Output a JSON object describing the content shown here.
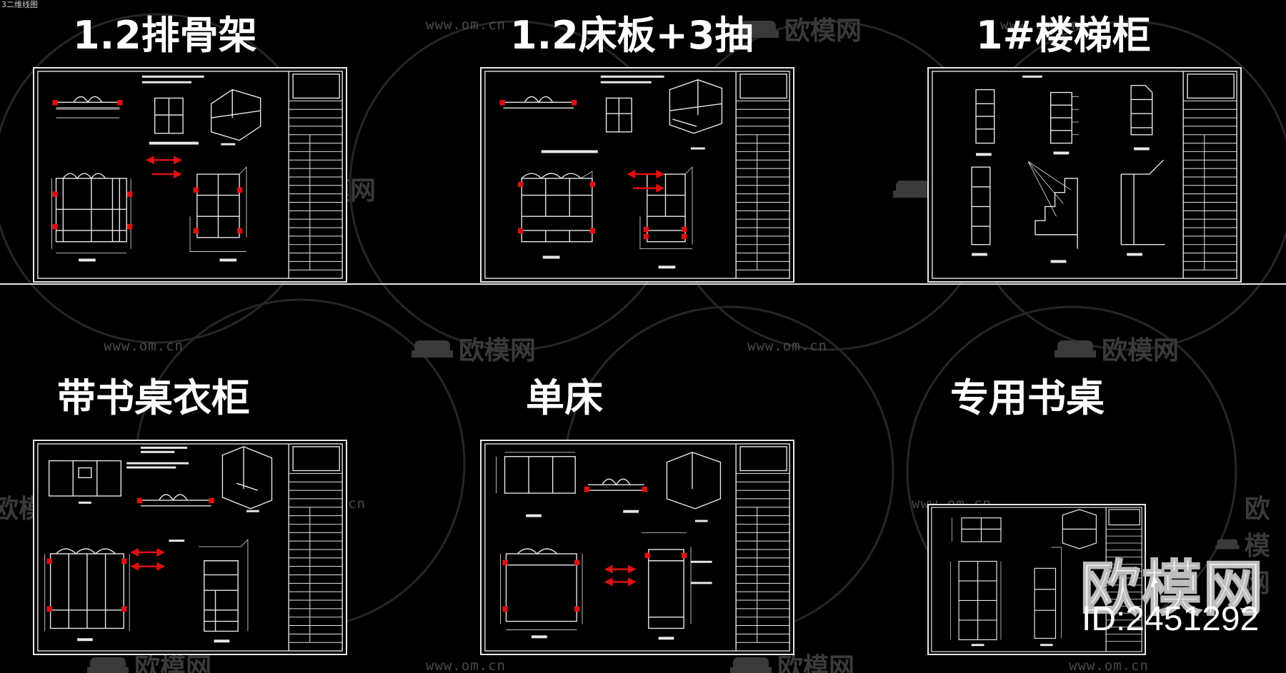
{
  "window": {
    "corner_label": "3二维线图"
  },
  "panels": [
    {
      "id": "rib-rack",
      "title": "1.2排骨架"
    },
    {
      "id": "bed-board",
      "title": "1.2床板+3抽"
    },
    {
      "id": "stair-cabinet",
      "title": "1#楼梯柜"
    },
    {
      "id": "wardrobe-desk",
      "title": "带书桌衣柜"
    },
    {
      "id": "single-bed",
      "title": "单床"
    },
    {
      "id": "study-desk",
      "title": "专用书桌"
    }
  ],
  "watermark": {
    "url": "www.om.cn",
    "brand": "欧模网"
  },
  "overlay": {
    "brand": "欧模网",
    "id_text": "ID:2451292"
  },
  "colors": {
    "background": "#000000",
    "line": "#e8e8e8",
    "accent": "#e01010",
    "watermark": "#3a3a3a"
  },
  "icons": [
    "sofa-icon",
    "red-arrow-icon"
  ]
}
